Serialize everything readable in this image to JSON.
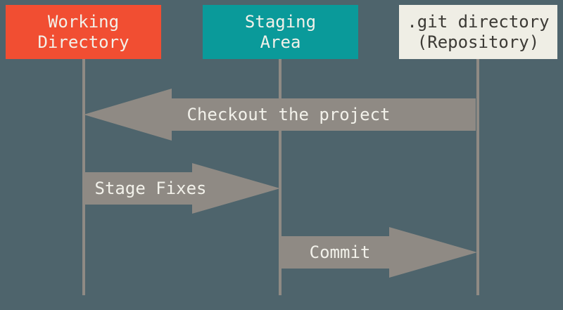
{
  "columns": [
    {
      "line1": "Working",
      "line2": "Directory"
    },
    {
      "line1": "Staging",
      "line2": "Area"
    },
    {
      "line1": ".git directory",
      "line2": "(Repository)"
    }
  ],
  "arrows": [
    {
      "label": "Checkout the project",
      "direction": "left",
      "from": ".git directory (Repository)",
      "to": "Working Directory"
    },
    {
      "label": "Stage Fixes",
      "direction": "right",
      "from": "Working Directory",
      "to": "Staging Area"
    },
    {
      "label": "Commit",
      "direction": "right",
      "from": "Staging Area",
      "to": ".git directory (Repository)"
    }
  ],
  "colors": {
    "background": "#4e646c",
    "working_directory_box": "#f14e32",
    "staging_area_box": "#0a9a9a",
    "git_directory_box": "#efeee5",
    "arrow": "#8f8a84",
    "timeline": "#8f8a84",
    "light_text": "#f2f1ea",
    "dark_text": "#3c3a35"
  }
}
